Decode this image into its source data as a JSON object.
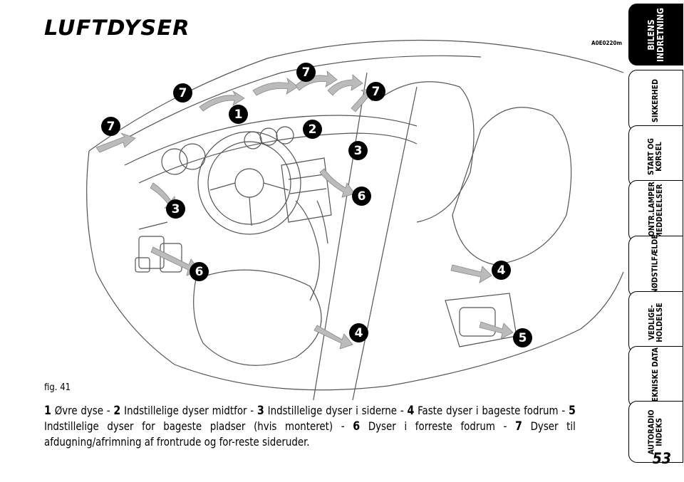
{
  "page": {
    "title": "LUFTDYSER",
    "figure_code": "A0E0220m",
    "figure_label": "fig. 41",
    "page_number": "53"
  },
  "caption": [
    {
      "num": "1",
      "text": " Øvre dyse - "
    },
    {
      "num": "2",
      "text": " Indstillelige dyser midtfor - "
    },
    {
      "num": "3",
      "text": " Indstillelige dyser i siderne - "
    },
    {
      "num": "4",
      "text": " Faste dyser i bageste fodrum - "
    },
    {
      "num": "5",
      "text": " Indstillelige dyser for bageste pladser (hvis monteret) - "
    },
    {
      "num": "6",
      "text": " Dyser i forreste fodrum - "
    },
    {
      "num": "7",
      "text": " Dyser til afdugning/afrimning af frontrude og for-reste sideruder."
    }
  ],
  "sidebar": {
    "tabs": [
      {
        "label": "BILENS\nINDRETNING",
        "active": true
      },
      {
        "label": "SIKKERHED",
        "active": false
      },
      {
        "label": "START OG\nKØRSEL",
        "active": false
      },
      {
        "label": "KONTR.LAMPER\nMEDDELELSER",
        "active": false
      },
      {
        "label": "I NØDSTILFÆLDE",
        "active": false
      },
      {
        "label": "VEDLIGE-\nHOLDELSE",
        "active": false
      },
      {
        "label": "TEKNISKE DATA",
        "active": false
      },
      {
        "label": "AUTORADIO\nINDEKS",
        "active": false
      }
    ]
  },
  "callouts": [
    {
      "num": "7"
    },
    {
      "num": "7"
    },
    {
      "num": "7"
    },
    {
      "num": "7"
    },
    {
      "num": "1"
    },
    {
      "num": "2"
    },
    {
      "num": "3"
    },
    {
      "num": "3"
    },
    {
      "num": "6"
    },
    {
      "num": "6"
    },
    {
      "num": "4"
    },
    {
      "num": "4"
    },
    {
      "num": "5"
    }
  ]
}
